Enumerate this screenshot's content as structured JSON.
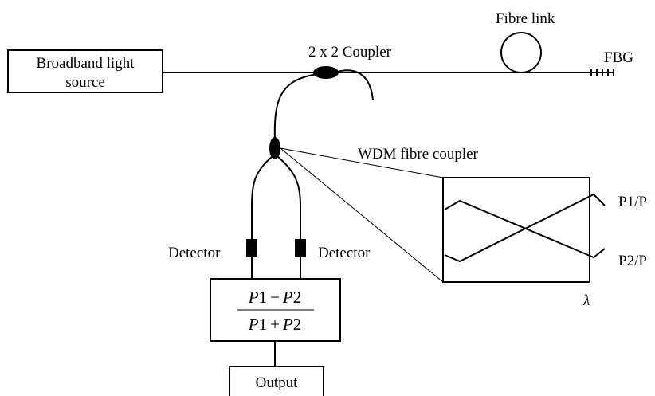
{
  "source": {
    "line1": "Broadband light",
    "line2": "source"
  },
  "coupler_2x2": "2 x 2 Coupler",
  "fibre_link": "Fibre link",
  "fbg": "FBG",
  "wdm": "WDM fibre coupler",
  "detector_left": "Detector",
  "detector_right": "Detector",
  "formula": {
    "num_a": "P",
    "num_b": "1",
    "num_op": "−",
    "num_c": "P",
    "num_d": "2",
    "den_a": "P",
    "den_b": "1",
    "den_op": "+",
    "den_c": "P",
    "den_d": "2"
  },
  "output": "Output",
  "graph": {
    "p1": "P1/P",
    "p2": "P2/P",
    "xaxis": "λ"
  }
}
